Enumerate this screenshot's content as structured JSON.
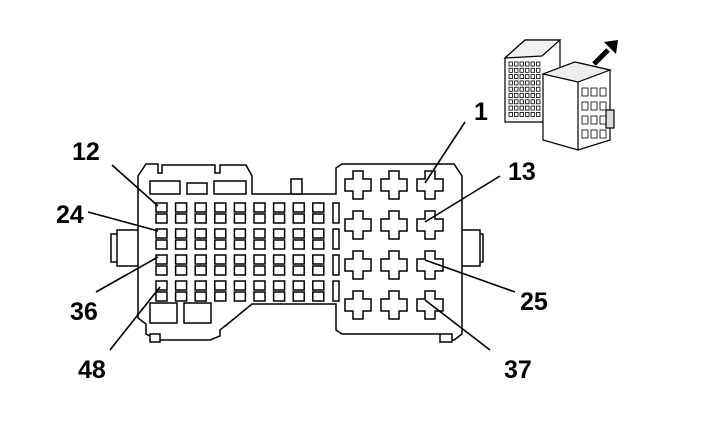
{
  "pin_labels": {
    "pin_1": "1",
    "pin_12": "12",
    "pin_13": "13",
    "pin_24": "24",
    "pin_25": "25",
    "pin_36": "36",
    "pin_37": "37",
    "pin_48": "48"
  },
  "connector": {
    "small_cavity_rows": 4,
    "small_cavity_columns": 9,
    "large_cavity_rows": 4,
    "large_cavity_columns": 3
  },
  "colors": {
    "line": "#000000",
    "background": "#ffffff",
    "connector_fill": "#ffffff"
  },
  "icons": {
    "orientation_arrow": "arrow-up-right-icon",
    "connector_thumbnail": "connector-3d-icon"
  }
}
